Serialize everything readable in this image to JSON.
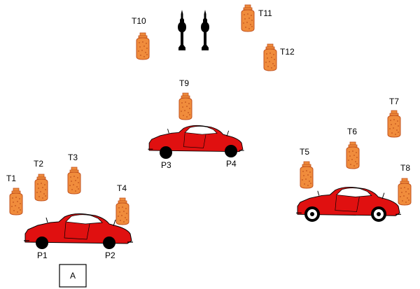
{
  "colors": {
    "car_body": "#e01010",
    "car_outline": "#000000",
    "window": "#ffffff",
    "target_fill": "#f08c3c",
    "target_dots": "#c0501c",
    "wheel_black": "#000000",
    "wheel_white": "#ffffff",
    "stand": "#000000",
    "label": "#000000"
  },
  "icons": {
    "car": "red-sports-car-icon",
    "target": "orange-target-icon",
    "stand": "black-stand-icon"
  },
  "targets": [
    {
      "id": "T1",
      "label": "T1"
    },
    {
      "id": "T2",
      "label": "T2"
    },
    {
      "id": "T3",
      "label": "T3"
    },
    {
      "id": "T4",
      "label": "T4"
    },
    {
      "id": "T5",
      "label": "T5"
    },
    {
      "id": "T6",
      "label": "T6"
    },
    {
      "id": "T7",
      "label": "T7"
    },
    {
      "id": "T8",
      "label": "T8"
    },
    {
      "id": "T9",
      "label": "T9"
    },
    {
      "id": "T10",
      "label": "T10"
    },
    {
      "id": "T11",
      "label": "T11"
    },
    {
      "id": "T12",
      "label": "T12"
    }
  ],
  "wheel_labels": {
    "P1": "P1",
    "P2": "P2",
    "P3": "P3",
    "P4": "P4"
  },
  "box_label": "A"
}
